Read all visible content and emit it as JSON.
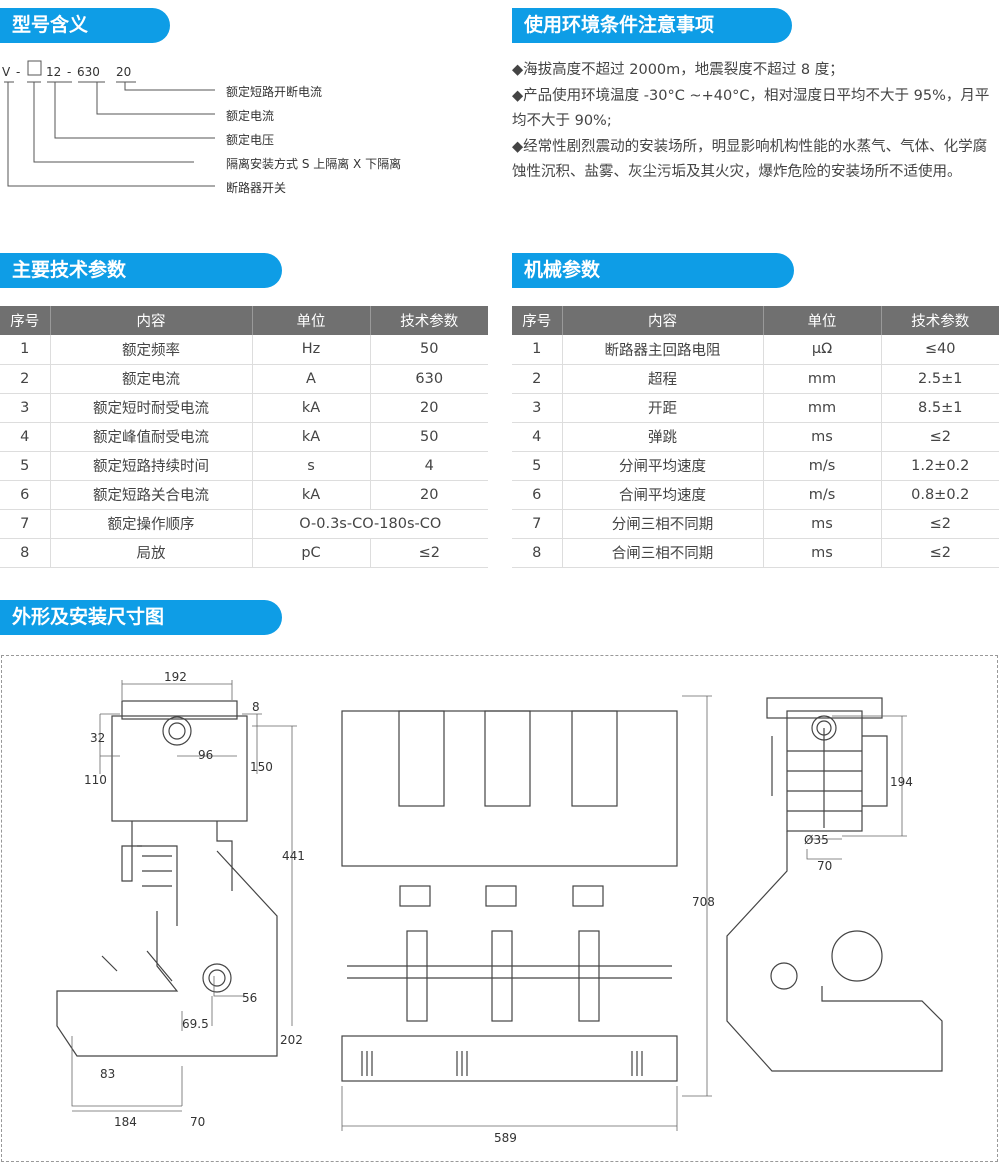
{
  "sections": {
    "model": "型号含义",
    "env": "使用环境条件注意事项",
    "main_params": "主要技术参数",
    "mech_params": "机械参数",
    "dims": "外形及安装尺寸图"
  },
  "model": {
    "code": [
      "V",
      "-",
      "12",
      "-",
      "630",
      "20"
    ],
    "meanings": [
      "额定短路开断电流",
      "额定电流",
      "额定电压",
      "隔离安装方式 S 上隔离 X 下隔离",
      "断路器开关"
    ]
  },
  "env": [
    "◆海拔高度不超过 2000m，地震裂度不超过 8 度；",
    "◆产品使用环境温度 -30°C ~+40°C，相对湿度日平均不大于 95%，月平均不大于 90%;",
    "◆经常性剧烈震动的安装场所，明显影响机构性能的水蒸气、气体、化学腐蚀性沉积、盐雾、灰尘污垢及其火灾，爆炸危险的安装场所不适使用。"
  ],
  "main_table": {
    "headers": [
      "序号",
      "内容",
      "单位",
      "技术参数"
    ],
    "rows": [
      [
        "1",
        "额定频率",
        "Hz",
        "50"
      ],
      [
        "2",
        "额定电流",
        "A",
        "630"
      ],
      [
        "3",
        "额定短时耐受电流",
        "kA",
        "20"
      ],
      [
        "4",
        "额定峰值耐受电流",
        "kA",
        "50"
      ],
      [
        "5",
        "额定短路持续时间",
        "s",
        "4"
      ],
      [
        "6",
        "额定短路关合电流",
        "kA",
        "20"
      ],
      [
        "7",
        "额定操作顺序",
        "O-0.3s-CO-180s-CO"
      ],
      [
        "8",
        "局放",
        "pC",
        "≤2"
      ]
    ]
  },
  "mech_table": {
    "headers": [
      "序号",
      "内容",
      "单位",
      "技术参数"
    ],
    "rows": [
      [
        "1",
        "断路器主回路电阻",
        "μΩ",
        "≤40"
      ],
      [
        "2",
        "超程",
        "mm",
        "2.5±1"
      ],
      [
        "3",
        "开距",
        "mm",
        "8.5±1"
      ],
      [
        "4",
        "弹跳",
        "ms",
        "≤2"
      ],
      [
        "5",
        "分闸平均速度",
        "m/s",
        "1.2±0.2"
      ],
      [
        "6",
        "合闸平均速度",
        "m/s",
        "0.8±0.2"
      ],
      [
        "7",
        "分闸三相不同期",
        "ms",
        "≤2"
      ],
      [
        "8",
        "合闸三相不同期",
        "ms",
        "≤2"
      ]
    ]
  },
  "dims": {
    "left": [
      "192",
      "8",
      "32",
      "96",
      "150",
      "110",
      "441",
      "56",
      "69.5",
      "202",
      "83",
      "184",
      "70"
    ],
    "front": [
      "708",
      "589"
    ],
    "right": [
      "194",
      "Ø35",
      "70"
    ]
  }
}
